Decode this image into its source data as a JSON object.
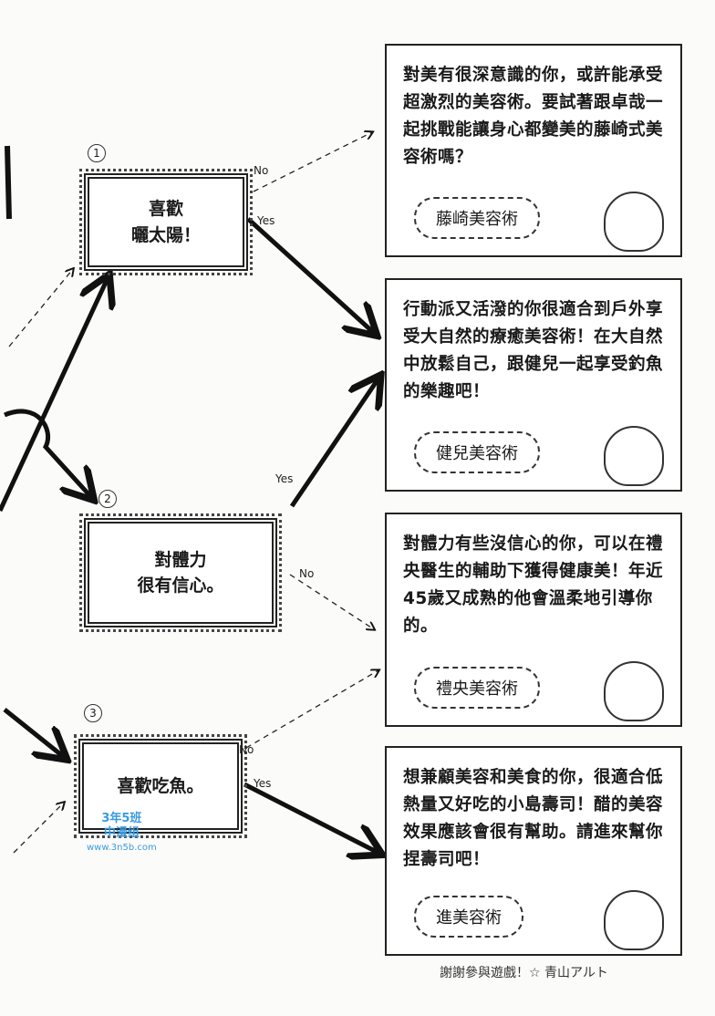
{
  "questions": [
    {
      "number": "1",
      "text": "喜歡\n曬太陽！"
    },
    {
      "number": "2",
      "text": "對體力\n很有信心。"
    },
    {
      "number": "3",
      "text": "喜歡吃魚。"
    }
  ],
  "branch_labels": {
    "yes": "Yes",
    "no": "No"
  },
  "results": [
    {
      "text": "對美有很深意識的你，或許能承受超激烈的美容術。要試著跟卓哉一起挑戰能讓身心都變美的藤崎式美容術嗎？",
      "name": "藤崎美容術"
    },
    {
      "text": "行動派又活潑的你很適合到戶外享受大自然的療癒美容術！在大自然中放鬆自己，跟健兒一起享受釣魚的樂趣吧！",
      "name": "健兒美容術"
    },
    {
      "text": "對體力有些沒信心的你，可以在禮央醫生的輔助下獲得健康美！年近45歲又成熟的他會溫柔地引導你的。",
      "name": "禮央美容術"
    },
    {
      "text": "想兼顧美容和美食的你，很適合低熱量又好吃的小島壽司！醋的美容效果應該會很有幫助。請進來幫你捏壽司吧！",
      "name": "進美容術"
    }
  ],
  "watermark": {
    "line1": "3年5班",
    "line2": "中漫组",
    "line3": "www.3n5b.com"
  },
  "footer": "謝謝參與遊戲！☆ 青山アルト"
}
